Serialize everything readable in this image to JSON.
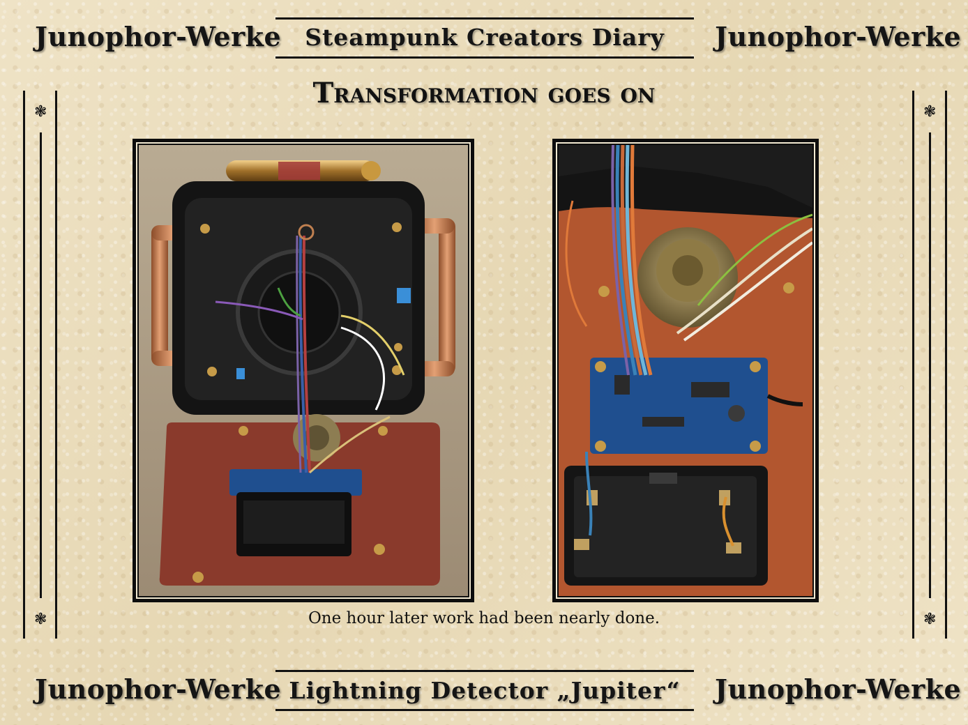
{
  "header": {
    "brand_left": "Junophor-Werke",
    "title": "Steampunk Creators Diary",
    "brand_right": "Junophor-Werke"
  },
  "page_title": "Transformation goes on",
  "caption": "One hour later work had been nearly done.",
  "footer": {
    "brand_left": "Junophor-Werke",
    "title": "Lightning Detector „Jupiter“",
    "brand_right": "Junophor-Werke"
  },
  "ornament_glyph": "❃",
  "colors": {
    "background": "#ecdfc0",
    "ink": "#111111",
    "copper": "#c07a4d",
    "board_blue": "#1f4f8f",
    "panel_brown": "#8a3a2c"
  }
}
